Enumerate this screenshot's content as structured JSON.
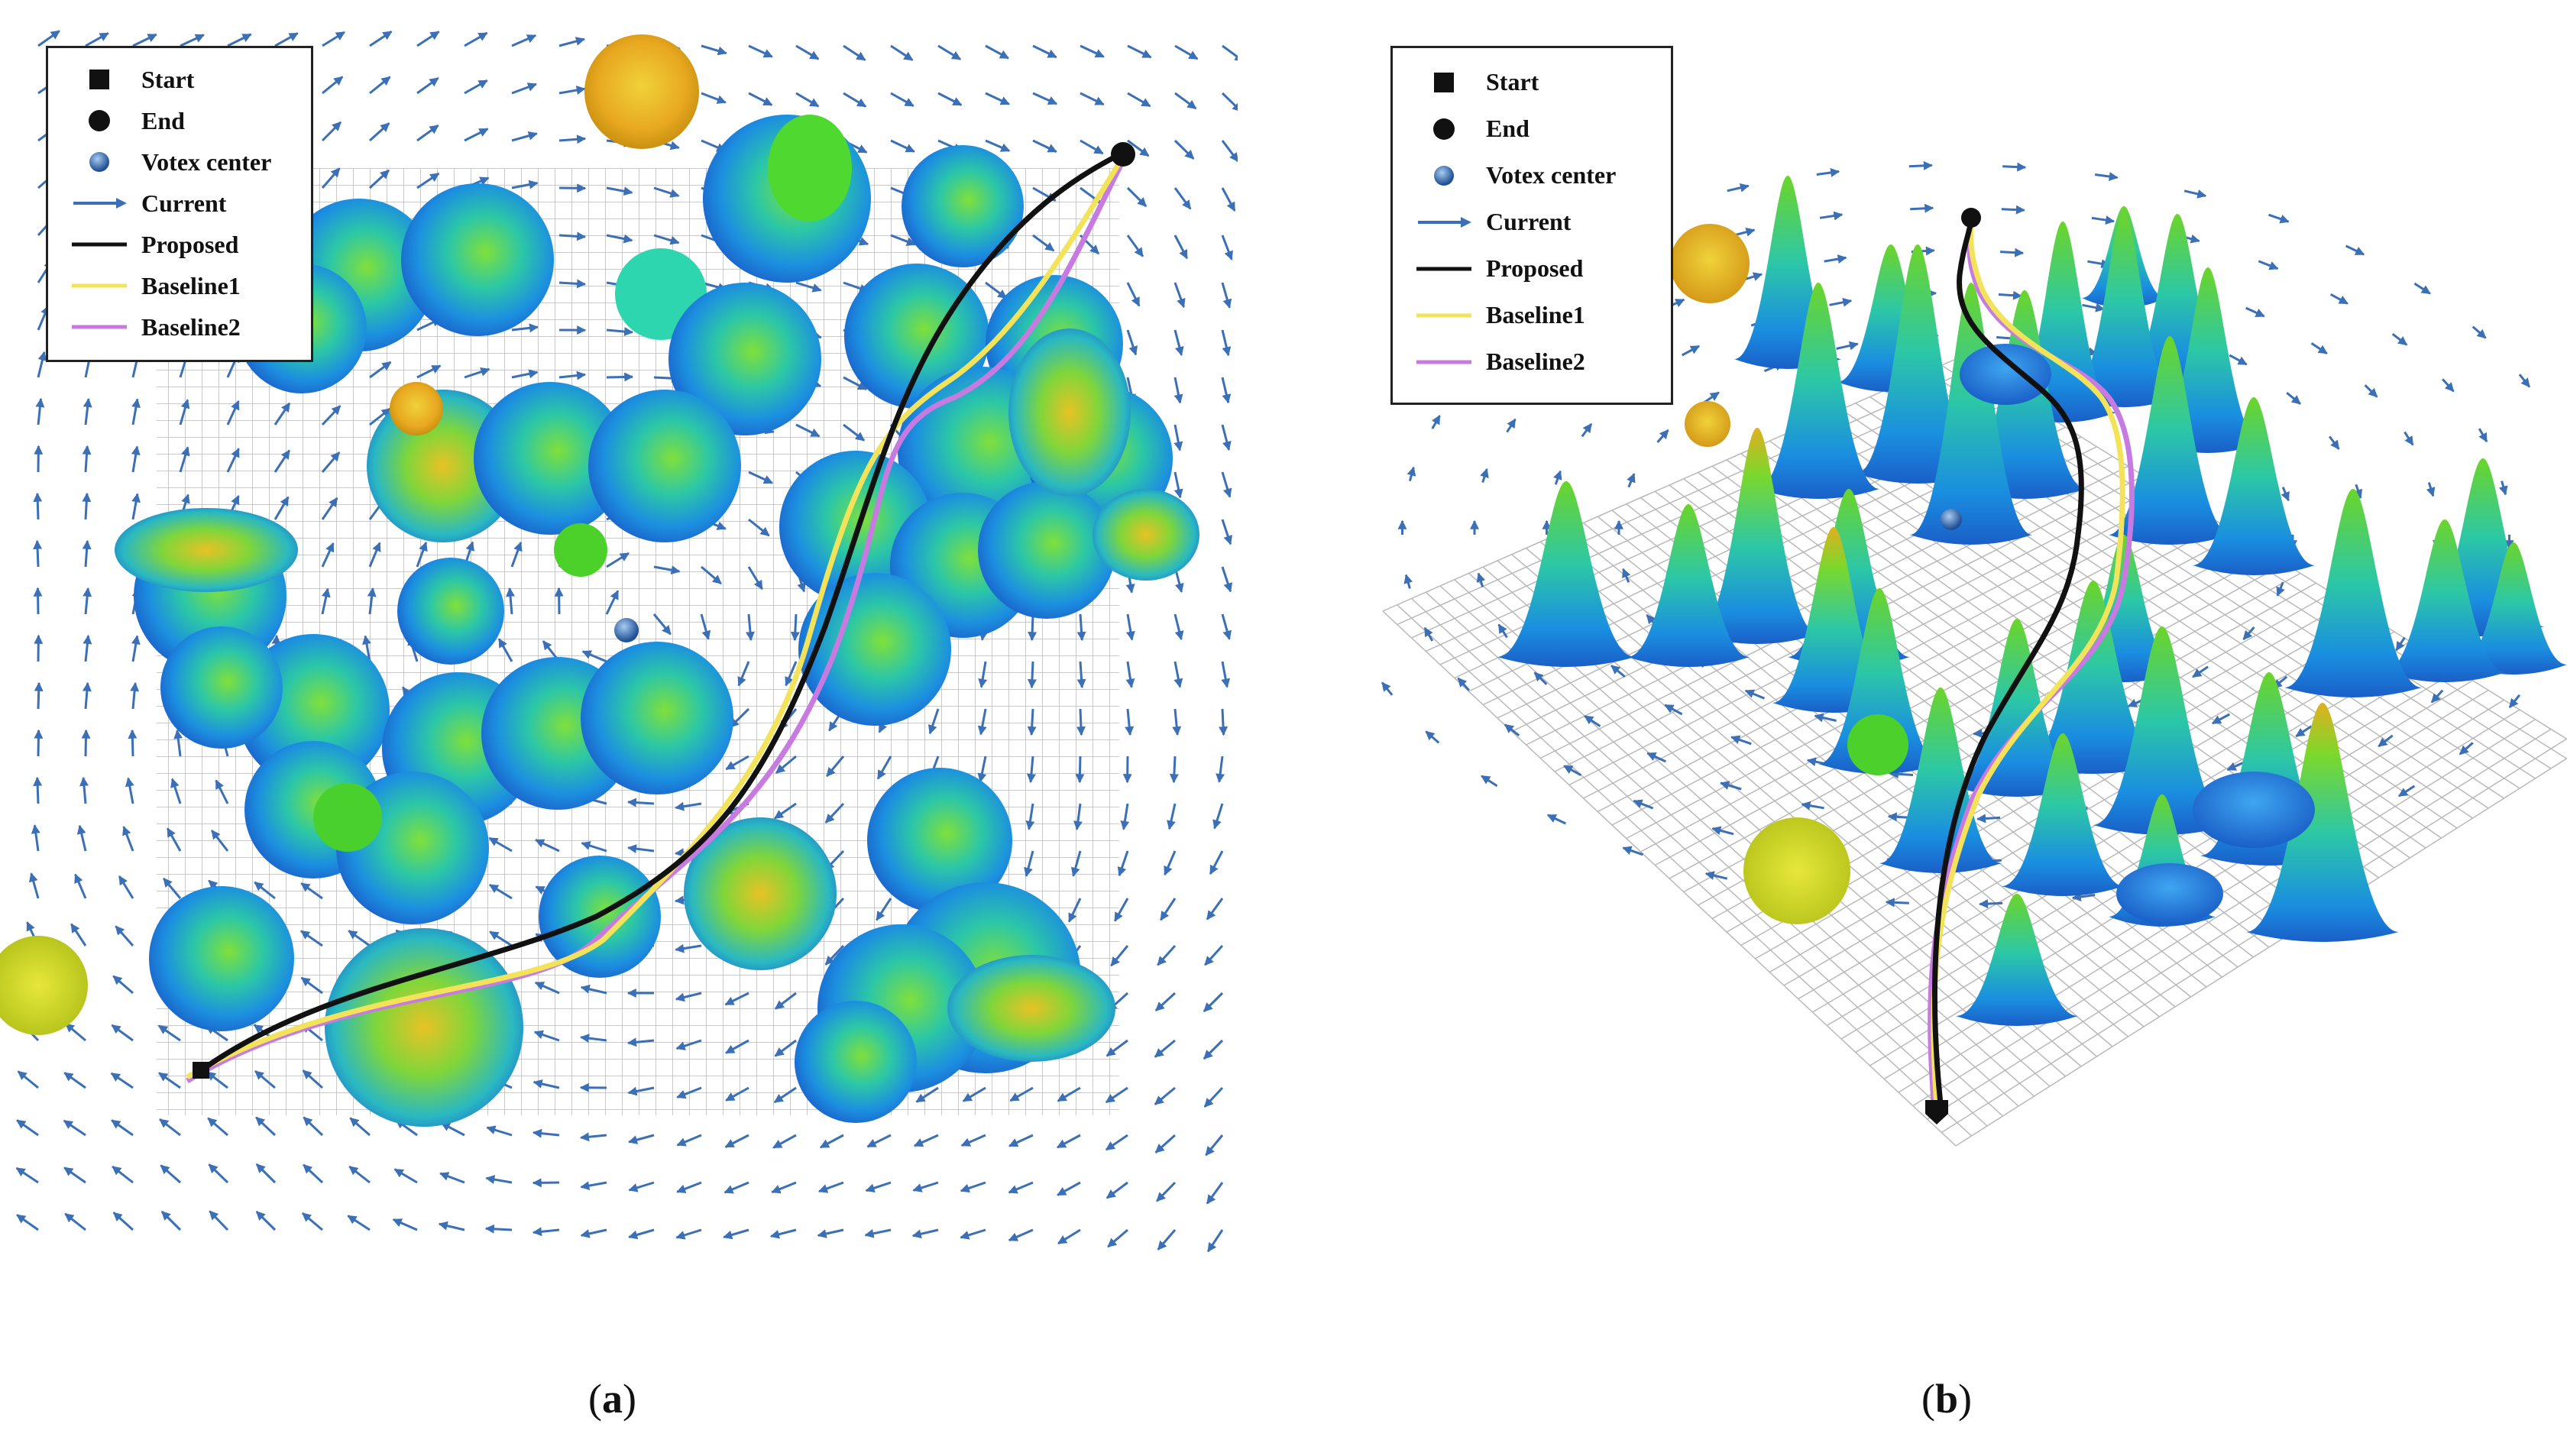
{
  "figure": {
    "panels": [
      {
        "id": "a",
        "caption_open": "(",
        "caption_letter": "a",
        "caption_close": ")",
        "legend": {
          "start": "Start",
          "end": "End",
          "vortex": "Votex center",
          "current": "Current",
          "proposed": "Proposed",
          "baseline1": "Baseline1",
          "baseline2": "Baseline2"
        }
      },
      {
        "id": "b",
        "caption_open": "(",
        "caption_letter": "b",
        "caption_close": ")",
        "legend": {
          "start": "Start",
          "end": "End",
          "vortex": "Votex center",
          "current": "Current",
          "proposed": "Proposed",
          "baseline1": "Baseline1",
          "baseline2": "Baseline2"
        }
      }
    ]
  },
  "colors": {
    "proposed": "#111111",
    "baseline1": "#f2e35a",
    "baseline2": "#c77be0",
    "current": "#3b6fb6",
    "grid": "#b9b9b9",
    "obstacle_low": "#1a6fd6",
    "obstacle_mid": "#22c4b8",
    "obstacle_high": "#6cd52a",
    "obstacle_peak": "#e0b020"
  }
}
